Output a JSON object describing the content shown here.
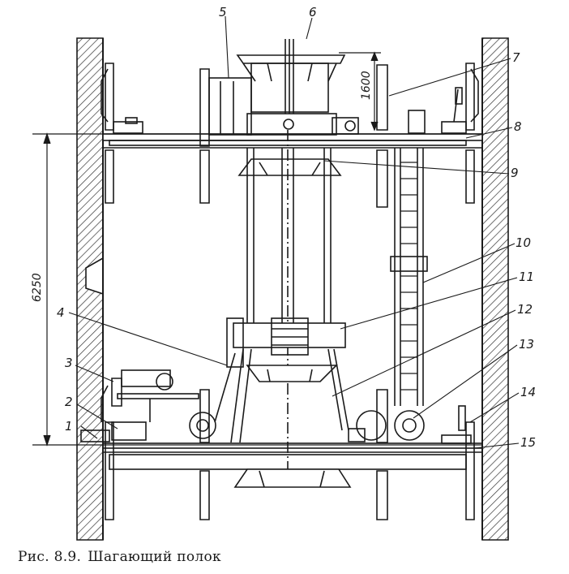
{
  "caption": {
    "figure_number": "Рис. 8.9.",
    "title": "Шагающий полок"
  },
  "dimensions": {
    "height_top": "1600",
    "height_main": "6250"
  },
  "callouts": [
    "1",
    "2",
    "3",
    "4",
    "5",
    "6",
    "7",
    "8",
    "9",
    "10",
    "11",
    "12",
    "13",
    "14",
    "15"
  ],
  "colors": {
    "ink": "#1a1a1a",
    "paper": "#ffffff",
    "hatch": "#333333"
  }
}
